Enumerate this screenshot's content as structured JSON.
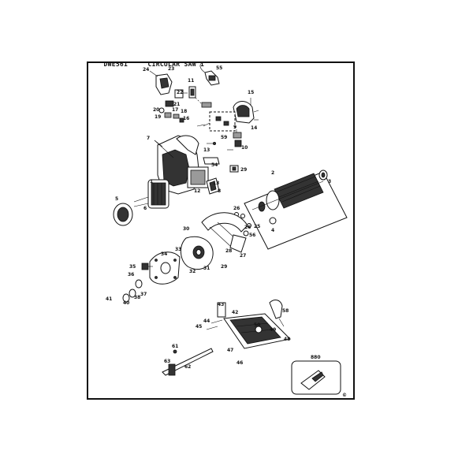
{
  "header": {
    "model": "DWE561",
    "title": "CIRCULAR SAW 1"
  },
  "callouts": [
    {
      "id": "24",
      "label": "24"
    },
    {
      "id": "23",
      "label": "23"
    },
    {
      "id": "55",
      "label": "55"
    },
    {
      "id": "11",
      "label": "11"
    },
    {
      "id": "22",
      "label": "22"
    },
    {
      "id": "15",
      "label": "15"
    },
    {
      "id": "20",
      "label": "20"
    },
    {
      "id": "21",
      "label": "21"
    },
    {
      "id": "19",
      "label": "19"
    },
    {
      "id": "17",
      "label": "17"
    },
    {
      "id": "18",
      "label": "18"
    },
    {
      "id": "16",
      "label": "16"
    },
    {
      "id": "9",
      "label": "9"
    },
    {
      "id": "14",
      "label": "14"
    },
    {
      "id": "59",
      "label": "59"
    },
    {
      "id": "10",
      "label": "10"
    },
    {
      "id": "7",
      "label": "7"
    },
    {
      "id": "13a",
      "label": "13"
    },
    {
      "id": "54",
      "label": "54"
    },
    {
      "id": "29a",
      "label": "29"
    },
    {
      "id": "2",
      "label": "2"
    },
    {
      "id": "3",
      "label": "3"
    },
    {
      "id": "1",
      "label": "1"
    },
    {
      "id": "13b",
      "label": "13"
    },
    {
      "id": "12",
      "label": "12"
    },
    {
      "id": "8",
      "label": "8"
    },
    {
      "id": "5",
      "label": "5"
    },
    {
      "id": "6",
      "label": "6"
    },
    {
      "id": "26a",
      "label": "26"
    },
    {
      "id": "25",
      "label": "25"
    },
    {
      "id": "4",
      "label": "4"
    },
    {
      "id": "26b",
      "label": "26"
    },
    {
      "id": "30",
      "label": "30"
    },
    {
      "id": "56",
      "label": "56"
    },
    {
      "id": "28",
      "label": "28"
    },
    {
      "id": "27",
      "label": "27"
    },
    {
      "id": "33",
      "label": "33"
    },
    {
      "id": "34",
      "label": "34"
    },
    {
      "id": "29b",
      "label": "29"
    },
    {
      "id": "35",
      "label": "35"
    },
    {
      "id": "32",
      "label": "32"
    },
    {
      "id": "31",
      "label": "31"
    },
    {
      "id": "36",
      "label": "36"
    },
    {
      "id": "37",
      "label": "37"
    },
    {
      "id": "38",
      "label": "38"
    },
    {
      "id": "41",
      "label": "41"
    },
    {
      "id": "40",
      "label": "40"
    },
    {
      "id": "43",
      "label": "43"
    },
    {
      "id": "58",
      "label": "58"
    },
    {
      "id": "42",
      "label": "42"
    },
    {
      "id": "44",
      "label": "44"
    },
    {
      "id": "45",
      "label": "45"
    },
    {
      "id": "50",
      "label": "50"
    },
    {
      "id": "49",
      "label": "49"
    },
    {
      "id": "48",
      "label": "48"
    },
    {
      "id": "47",
      "label": "47"
    },
    {
      "id": "61",
      "label": "61"
    },
    {
      "id": "46",
      "label": "46"
    },
    {
      "id": "880",
      "label": "880"
    },
    {
      "id": "63",
      "label": "63"
    },
    {
      "id": "62",
      "label": "62"
    }
  ],
  "copyright_mark": "©"
}
